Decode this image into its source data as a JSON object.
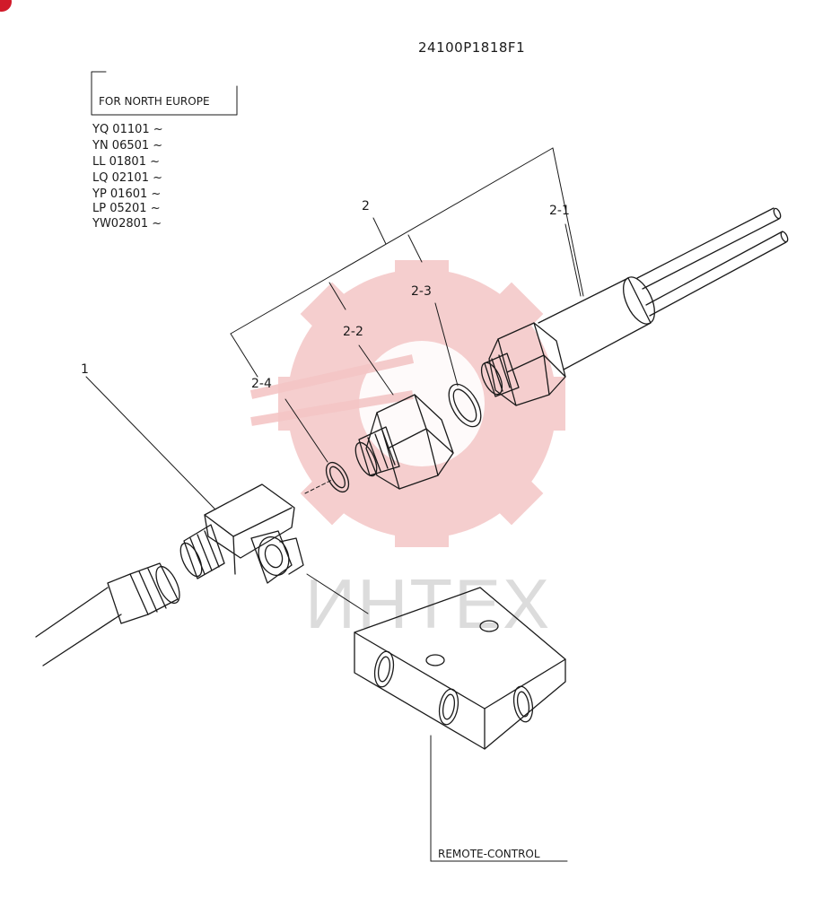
{
  "drawing_number": "24100P1818F1",
  "applicability": {
    "label": "FOR NORTH EUROPE",
    "serials": [
      "YQ 01101 ~",
      "YN 06501 ~",
      "LL  01801 ~",
      "LQ 02101 ~",
      "YP 01601 ~",
      "LP  05201 ~",
      "YW02801 ~"
    ]
  },
  "callouts": {
    "c1": "1",
    "c2": "2",
    "c2_1": "2-1",
    "c2_2": "2-2",
    "c2_3": "2-3",
    "c2_4": "2-4"
  },
  "remote_control_label": "REMOTE-CONTROL",
  "watermark": {
    "text": "ИНТЕХ",
    "color": "#e8a0a0"
  },
  "colors": {
    "ink": "#1a1a1a",
    "badge": "#d11a2a"
  }
}
